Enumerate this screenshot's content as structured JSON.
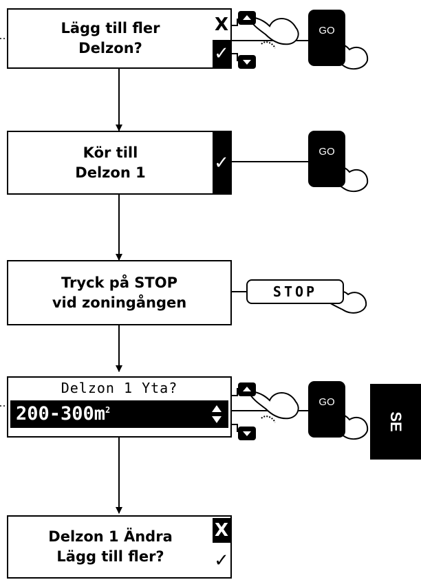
{
  "steps": {
    "step1": {
      "line1": "Lägg till fler",
      "line2": "Delzon?",
      "cancel_symbol": "X",
      "confirm_symbol": "✓"
    },
    "step2": {
      "line1": "Kör till",
      "line2": "Delzon 1",
      "confirm_symbol": "✓"
    },
    "step3": {
      "line1": "Tryck på STOP",
      "line2": "vid zoningången"
    },
    "step4": {
      "title": "Delzon 1 Yta?",
      "value": "200-300m",
      "value_unit_sup": "2"
    },
    "step5": {
      "line1": "Delzon 1 Ändra",
      "line2": "Lägg till fler?",
      "cancel_symbol": "X",
      "confirm_symbol": "✓"
    }
  },
  "buttons": {
    "go_label": "GO",
    "stop_label": "STOP"
  },
  "language_tab": "SE",
  "icons": [
    "arrow-up-button-icon",
    "arrow-down-button-icon",
    "hand-pointer-icon",
    "check-icon",
    "x-icon"
  ]
}
